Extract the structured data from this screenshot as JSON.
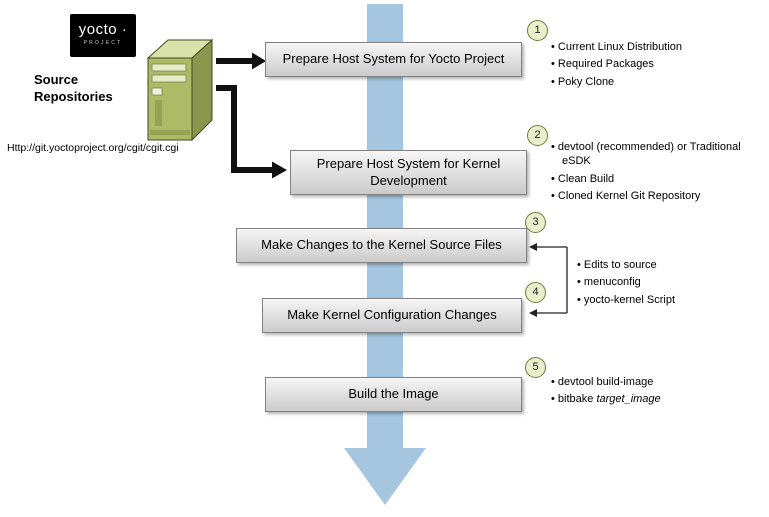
{
  "logo": {
    "brand": "yocto ·",
    "sub": "PROJECT"
  },
  "source": {
    "line1": "Source",
    "line2": "Repositories",
    "url": "Http://git.yoctoproject.org/cgit/cgit.cgi"
  },
  "colors": {
    "arrow_blue": "#a6c6e0",
    "circle_fill": "#e9eecb",
    "circle_border": "#6f7d36",
    "server_front": "#aebb66",
    "server_top": "#d9e2a8",
    "server_side": "#89964c",
    "logo_bg": "#000000"
  },
  "steps": [
    {
      "num": "1",
      "label": "Prepare Host System for Yocto Project",
      "bullets": [
        "Current Linux Distribution",
        "Required Packages",
        "Poky Clone"
      ]
    },
    {
      "num": "2",
      "label": "Prepare Host System for Kernel Development",
      "bullets": [
        "devtool (recommended) or Traditional eSDK",
        "Clean Build",
        "Cloned Kernel Git Repository"
      ]
    },
    {
      "num": "3",
      "label": "Make Changes to the Kernel Source Files"
    },
    {
      "num": "4",
      "label": "Make Kernel Configuration Changes"
    },
    {
      "num": "5",
      "label": "Build the Image",
      "bullets": [
        "devtool build-image"
      ],
      "bitbake_prefix": "bitbake ",
      "bitbake_arg": "target_image"
    }
  ],
  "shared_bullets": [
    "Edits to source",
    "menuconfig",
    "yocto-kernel Script"
  ]
}
